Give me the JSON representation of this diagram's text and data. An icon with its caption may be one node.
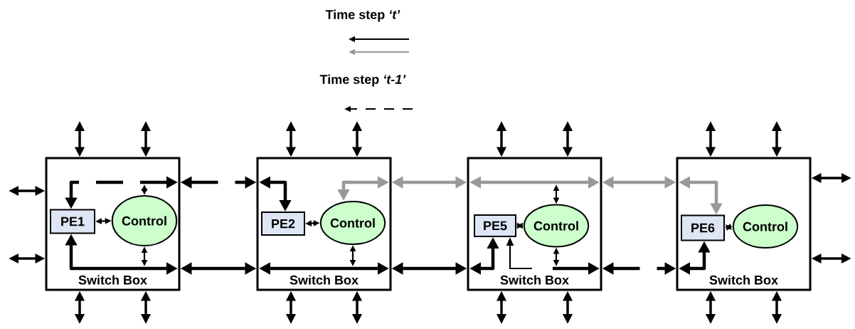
{
  "diagram": {
    "nodes": [
      {
        "text": [
          "Switch Box"
        ]
      },
      {
        "text": [
          "PE1"
        ],
        "in": 0
      },
      {
        "text": [
          "Control"
        ],
        "in": 0
      },
      {
        "text": [
          "Switch Box"
        ]
      },
      {
        "text": [
          "PE2"
        ],
        "in": 3
      },
      {
        "text": [
          "Control"
        ],
        "in": 3
      },
      {
        "text": [
          "Switch Box"
        ]
      },
      {
        "text": [
          "PE5"
        ],
        "in": 6
      },
      {
        "text": [
          "Control"
        ],
        "in": 6
      },
      {
        "text": [
          "Switch Box"
        ]
      },
      {
        "text": [
          "PE6"
        ],
        "in": 9
      },
      {
        "text": [
          "Control"
        ],
        "in": 9
      }
    ],
    "edges": [
      {
        "from": 0,
        "to": 3,
        "arrow": "both",
        "style": "dashed"
      },
      {
        "from": 3,
        "to": 6,
        "arrow": "both",
        "color": "#999999"
      },
      {
        "from": 6,
        "to": 9,
        "arrow": "both",
        "color": "#999999"
      },
      {
        "from": 0,
        "to": 3,
        "arrow": "both"
      },
      {
        "from": 3,
        "to": 6,
        "arrow": "both"
      },
      {
        "from": 6,
        "to": 9,
        "arrow": "both",
        "style": "dashed"
      },
      {
        "from": 1,
        "to": 2,
        "arrow": "both"
      },
      {
        "from": 4,
        "to": 5,
        "arrow": "both"
      },
      {
        "from": 7,
        "to": 8,
        "arrow": "both"
      },
      {
        "from": 10,
        "to": 11,
        "arrow": "both"
      },
      {
        "from": null,
        "to": 1,
        "arrow": "both",
        "style": "dashed"
      },
      {
        "from": null,
        "to": 2,
        "arrow": "both"
      },
      {
        "from": null,
        "to": 2,
        "arrow": "both"
      },
      {
        "from": null,
        "to": 1,
        "arrow": "both"
      },
      {
        "from": null,
        "to": 4,
        "arrow": "both"
      },
      {
        "from": null,
        "to": 5,
        "arrow": "both",
        "color": "#999999"
      },
      {
        "from": null,
        "to": 5,
        "arrow": "both"
      },
      {
        "from": null,
        "to": 8,
        "arrow": "both"
      },
      {
        "from": null,
        "to": 7,
        "arrow": "both"
      },
      {
        "from": null,
        "to": 7,
        "arrow": "to"
      },
      {
        "from": null,
        "to": 8,
        "arrow": "both"
      },
      {
        "from": null,
        "to": 10,
        "arrow": "both",
        "color": "#999999"
      },
      {
        "from": null,
        "to": 10,
        "arrow": "both"
      },
      {
        "from": null,
        "to": 0,
        "arrow": "both"
      },
      {
        "from": null,
        "to": 0,
        "arrow": "both"
      },
      {
        "from": null,
        "to": 3,
        "arrow": "both"
      },
      {
        "from": null,
        "to": 3,
        "arrow": "both"
      },
      {
        "from": null,
        "to": 6,
        "arrow": "both"
      },
      {
        "from": null,
        "to": 6,
        "arrow": "both"
      },
      {
        "from": null,
        "to": 9,
        "arrow": "both"
      },
      {
        "from": null,
        "to": 9,
        "arrow": "both"
      },
      {
        "from": null,
        "to": 0,
        "arrow": "both"
      },
      {
        "from": null,
        "to": 0,
        "arrow": "both"
      },
      {
        "from": null,
        "to": 3,
        "arrow": "both"
      },
      {
        "from": null,
        "to": 3,
        "arrow": "both"
      },
      {
        "from": null,
        "to": 6,
        "arrow": "both"
      },
      {
        "from": null,
        "to": 6,
        "arrow": "both"
      },
      {
        "from": null,
        "to": 9,
        "arrow": "both"
      },
      {
        "from": null,
        "to": 9,
        "arrow": "both"
      },
      {
        "from": null,
        "to": 0,
        "arrow": "both"
      },
      {
        "from": null,
        "to": 0,
        "arrow": "both"
      },
      {
        "from": null,
        "to": 9,
        "arrow": "both"
      },
      {
        "from": null,
        "to": 9,
        "arrow": "both"
      }
    ],
    "legend": [
      {
        "text": "Time step *‘t’*"
      },
      {
        "text": "Time step *‘t-1’*"
      }
    ]
  }
}
